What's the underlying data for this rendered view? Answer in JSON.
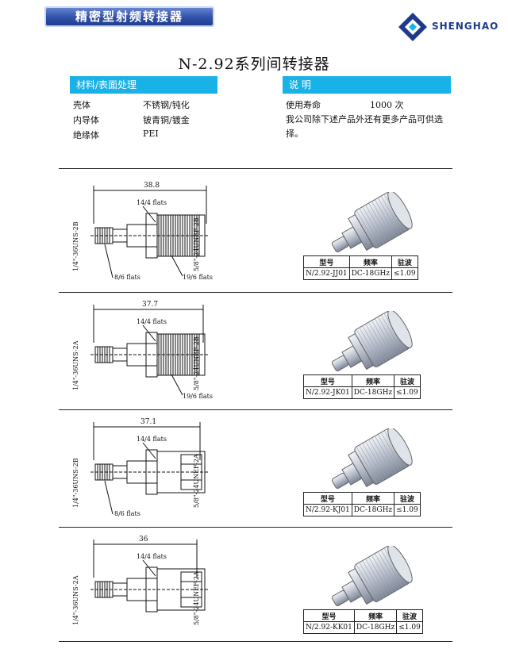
{
  "header": {
    "banner": "精密型射频转接器",
    "brand": "SHENGHAO"
  },
  "title": "N-2.92系列间转接器",
  "materials": {
    "heading": "材料/表面处理",
    "rows": [
      {
        "k": "壳体",
        "v": "不锈钢/钝化"
      },
      {
        "k": "内导体",
        "v": "铍青铜/镀金"
      },
      {
        "k": "绝缘体",
        "v": "PEI"
      }
    ]
  },
  "notes": {
    "heading": "说  明",
    "life_label": "使用寿命",
    "life_value": "1000 次",
    "text_line1": "我公司除下述产品外还有更多产品可供选",
    "text_line2": "择。"
  },
  "table_headers": {
    "model": "型号",
    "freq": "频率",
    "vswr": "驻波"
  },
  "products": [
    {
      "model": "N/2.92-JJ01",
      "freq": "DC-18GHz",
      "vswr": "≤1.09",
      "length": "38.8",
      "flats_a": "14/4 flats",
      "flats_b": "8/6 flats",
      "flats_c": "19/6 flats",
      "thread_l": "1/4\"-36UNS-2B",
      "thread_r": "5/8\"-24UNEF-2B"
    },
    {
      "model": "N/2.92-JK01",
      "freq": "DC-18GHz",
      "vswr": "≤1.09",
      "length": "37.7",
      "flats_a": "14/4 flats",
      "flats_b": "",
      "flats_c": "19/6 flats",
      "thread_l": "1/4\"-36UNS-2A",
      "thread_r": "5/8\"-24UNEF-2B"
    },
    {
      "model": "N/2.92-KJ01",
      "freq": "DC-18GHz",
      "vswr": "≤1.09",
      "length": "37.1",
      "flats_a": "14/4 flats",
      "flats_b": "8/6 flats",
      "flats_c": "",
      "thread_l": "1/4\"-36UNS-2B",
      "thread_r": "5/8\"-24UNEF-2A"
    },
    {
      "model": "N/2.92-KK01",
      "freq": "DC-18GHz",
      "vswr": "≤1.09",
      "length": "36",
      "flats_a": "14/4 flats",
      "flats_b": "",
      "flats_c": "",
      "thread_l": "1/4\"-36UNS-2A",
      "thread_r": "5/8\"-24UNEF-2A"
    }
  ]
}
